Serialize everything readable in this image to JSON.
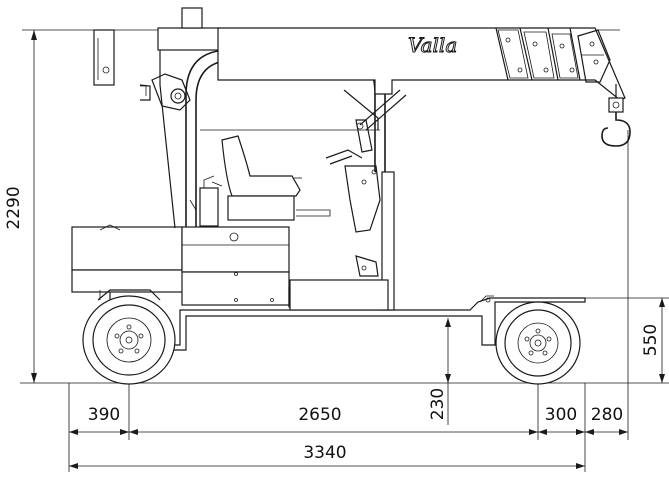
{
  "brand": {
    "logo_text": "Valla"
  },
  "dimensions": {
    "overall_height": "2290",
    "rear_overhang": "390",
    "wheelbase": "2650",
    "ground_clearance": "230",
    "front_overhang": "300",
    "boom_tip_overhang": "280",
    "overall_length": "3340",
    "chassis_height": "550"
  },
  "colors": {
    "line": "#1a1a1a",
    "background": "#ffffff"
  }
}
